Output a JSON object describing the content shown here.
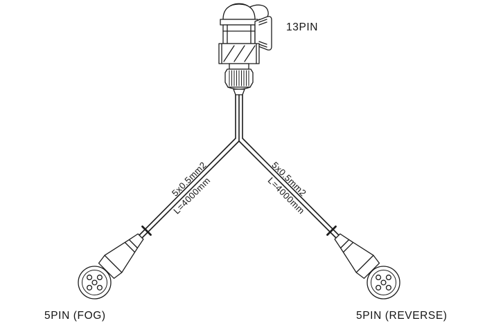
{
  "page": {
    "background": "#ffffff",
    "line_color": "#1c1c1c"
  },
  "diagram": {
    "type": "wiring-harness",
    "top_connector": {
      "label": "13PIN"
    },
    "branches": {
      "left": {
        "spec": "5x0.5mm2",
        "length": "L=4000mm",
        "connector_label": "5PIN (FOG)"
      },
      "right": {
        "spec": "5x0.5mm2",
        "length": "L=4000mm",
        "connector_label": "5PIN (REVERSE)"
      }
    }
  }
}
